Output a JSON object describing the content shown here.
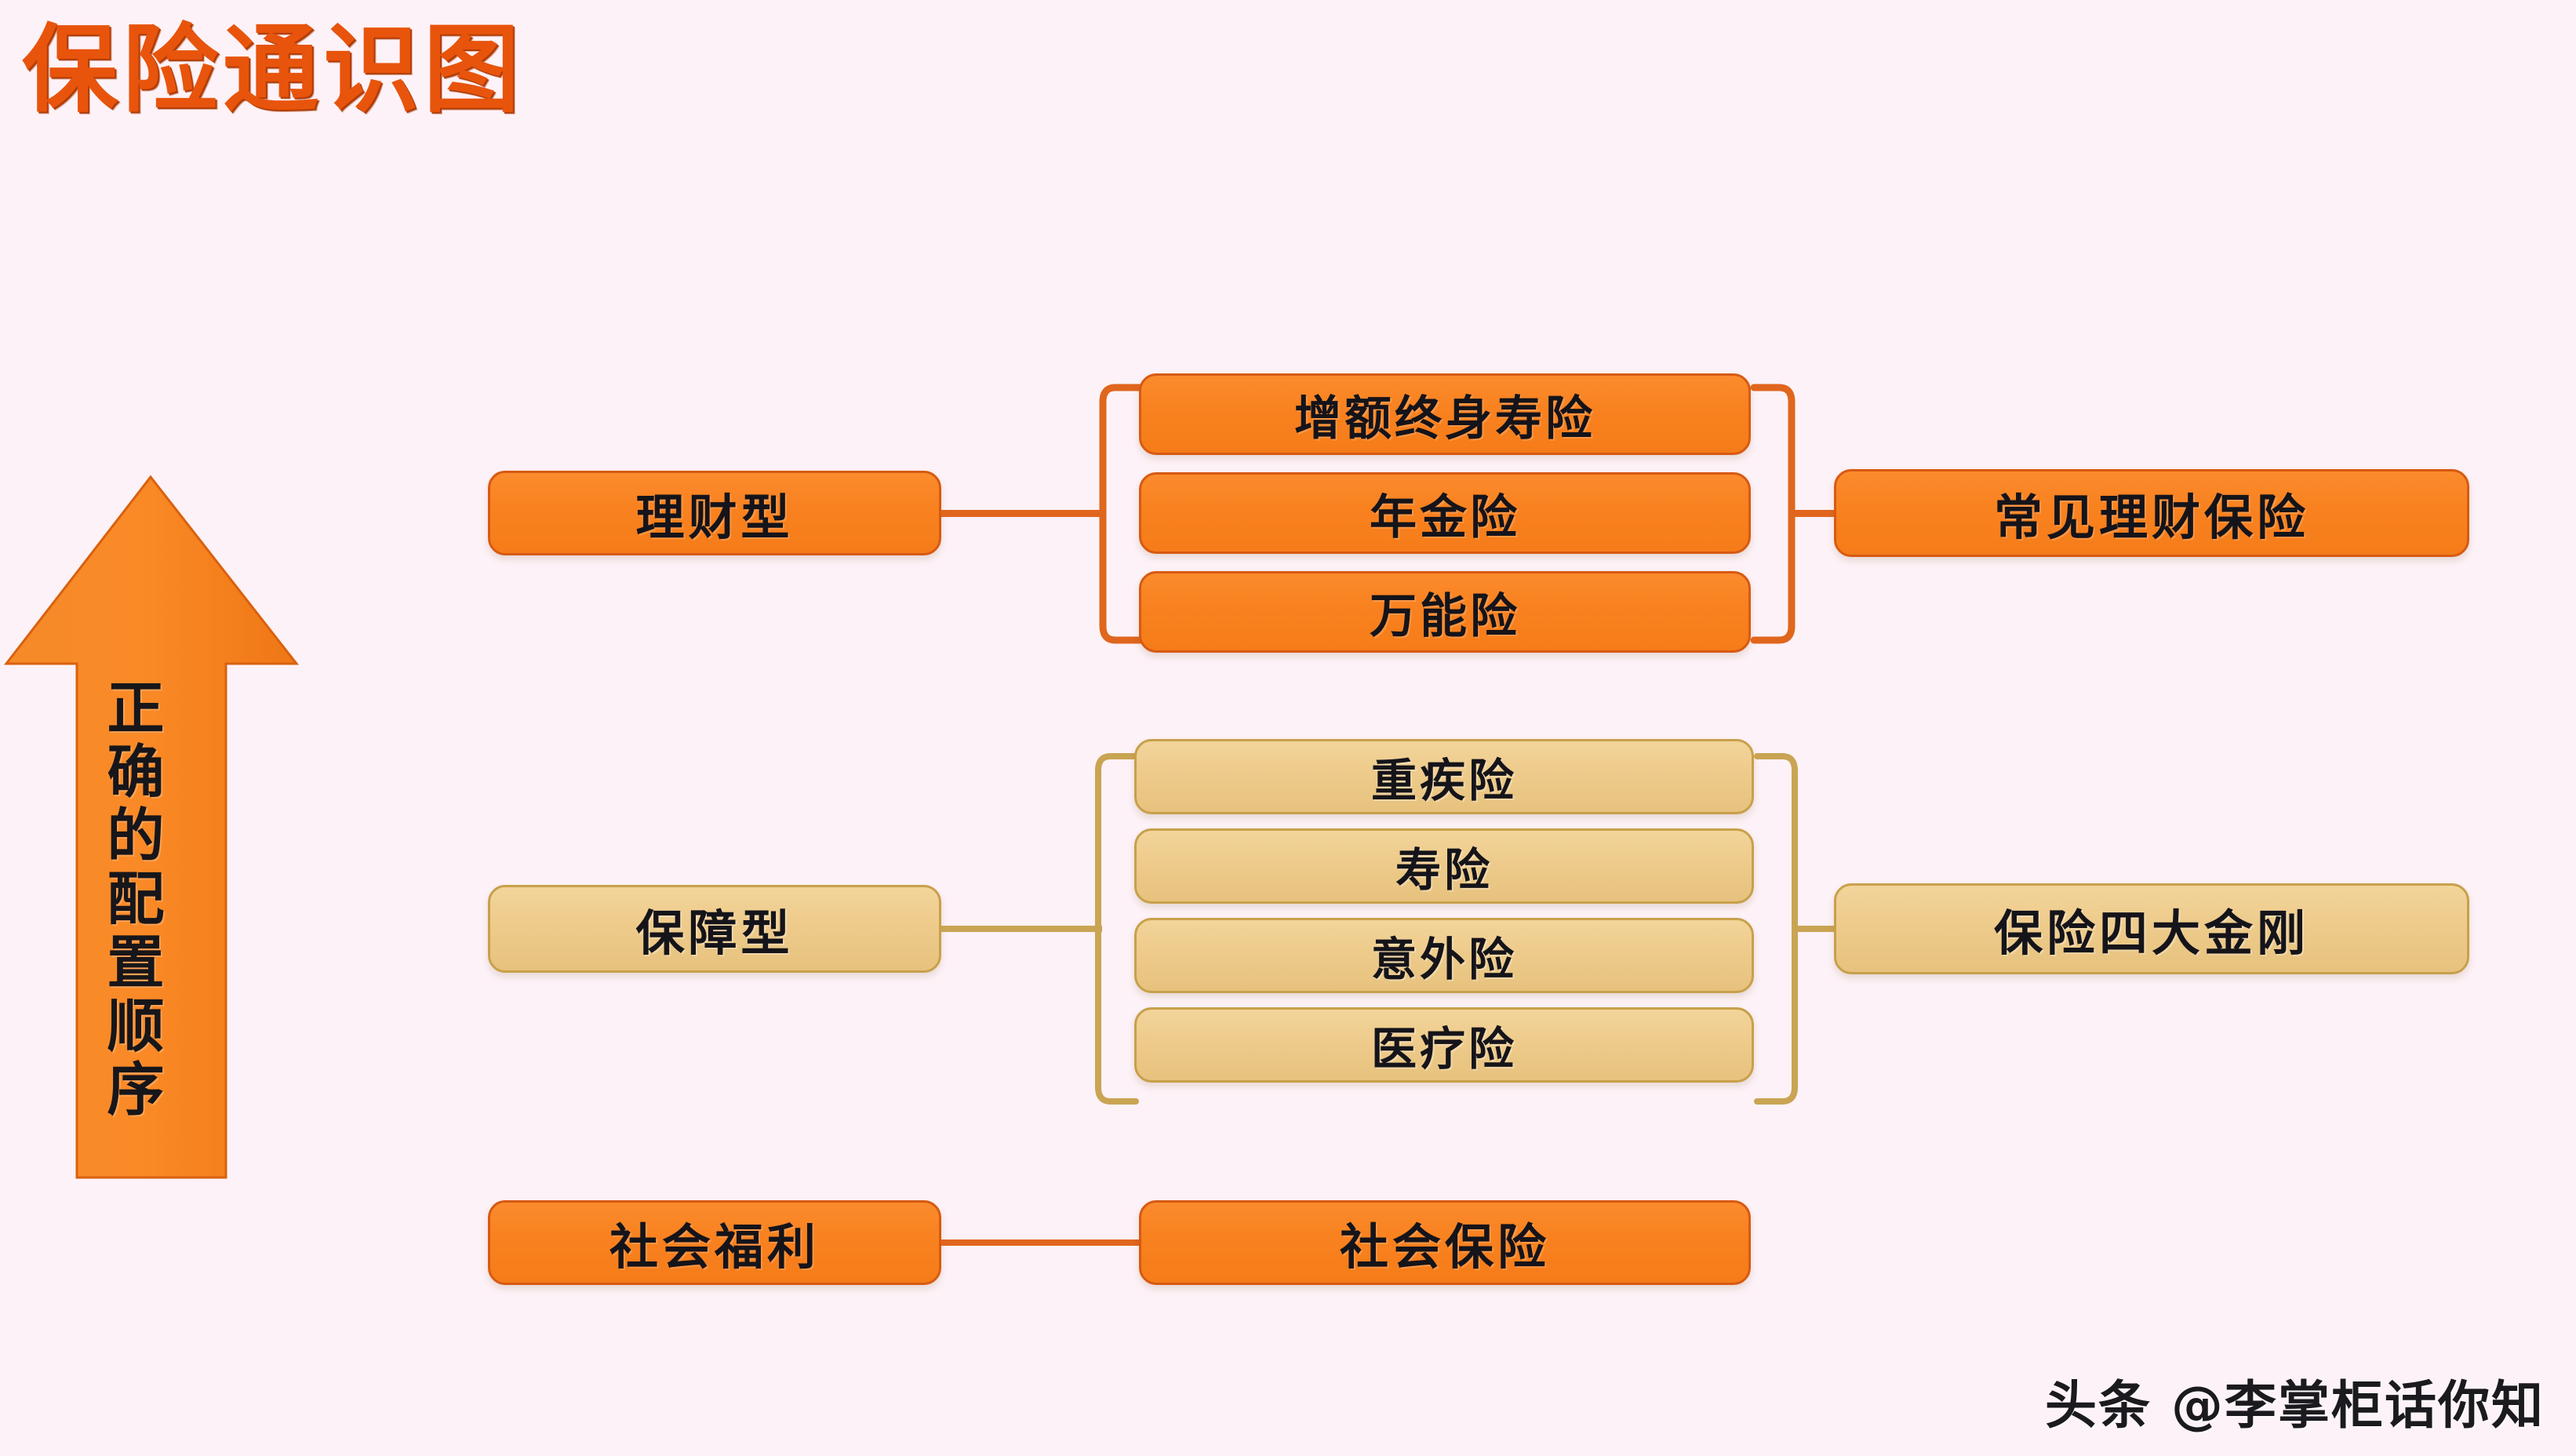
{
  "page": {
    "title": "保险通识图",
    "background_color": "#fdf2f7",
    "accent_orange": "#f5801b",
    "accent_tan": "#eecb8b",
    "title_color": "#e8540c"
  },
  "arrow": {
    "label": "正确的配置顺序",
    "direction": "up",
    "color": "#f5801b"
  },
  "groups": [
    {
      "id": "licaixing",
      "color_theme": "orange",
      "category": "理财型",
      "items": [
        "增额终身寿险",
        "年金险",
        "万能险"
      ],
      "summary": "常见理财保险"
    },
    {
      "id": "baozhangxing",
      "color_theme": "tan",
      "category": "保障型",
      "items": [
        "重疾险",
        "寿险",
        "意外险",
        "医疗险"
      ],
      "summary": "保险四大金刚"
    },
    {
      "id": "shehuifuli",
      "color_theme": "orange",
      "category": "社会福利",
      "items": [
        "社会保险"
      ],
      "summary": ""
    }
  ],
  "watermark": {
    "text": "头条 @李掌柜话你知"
  }
}
